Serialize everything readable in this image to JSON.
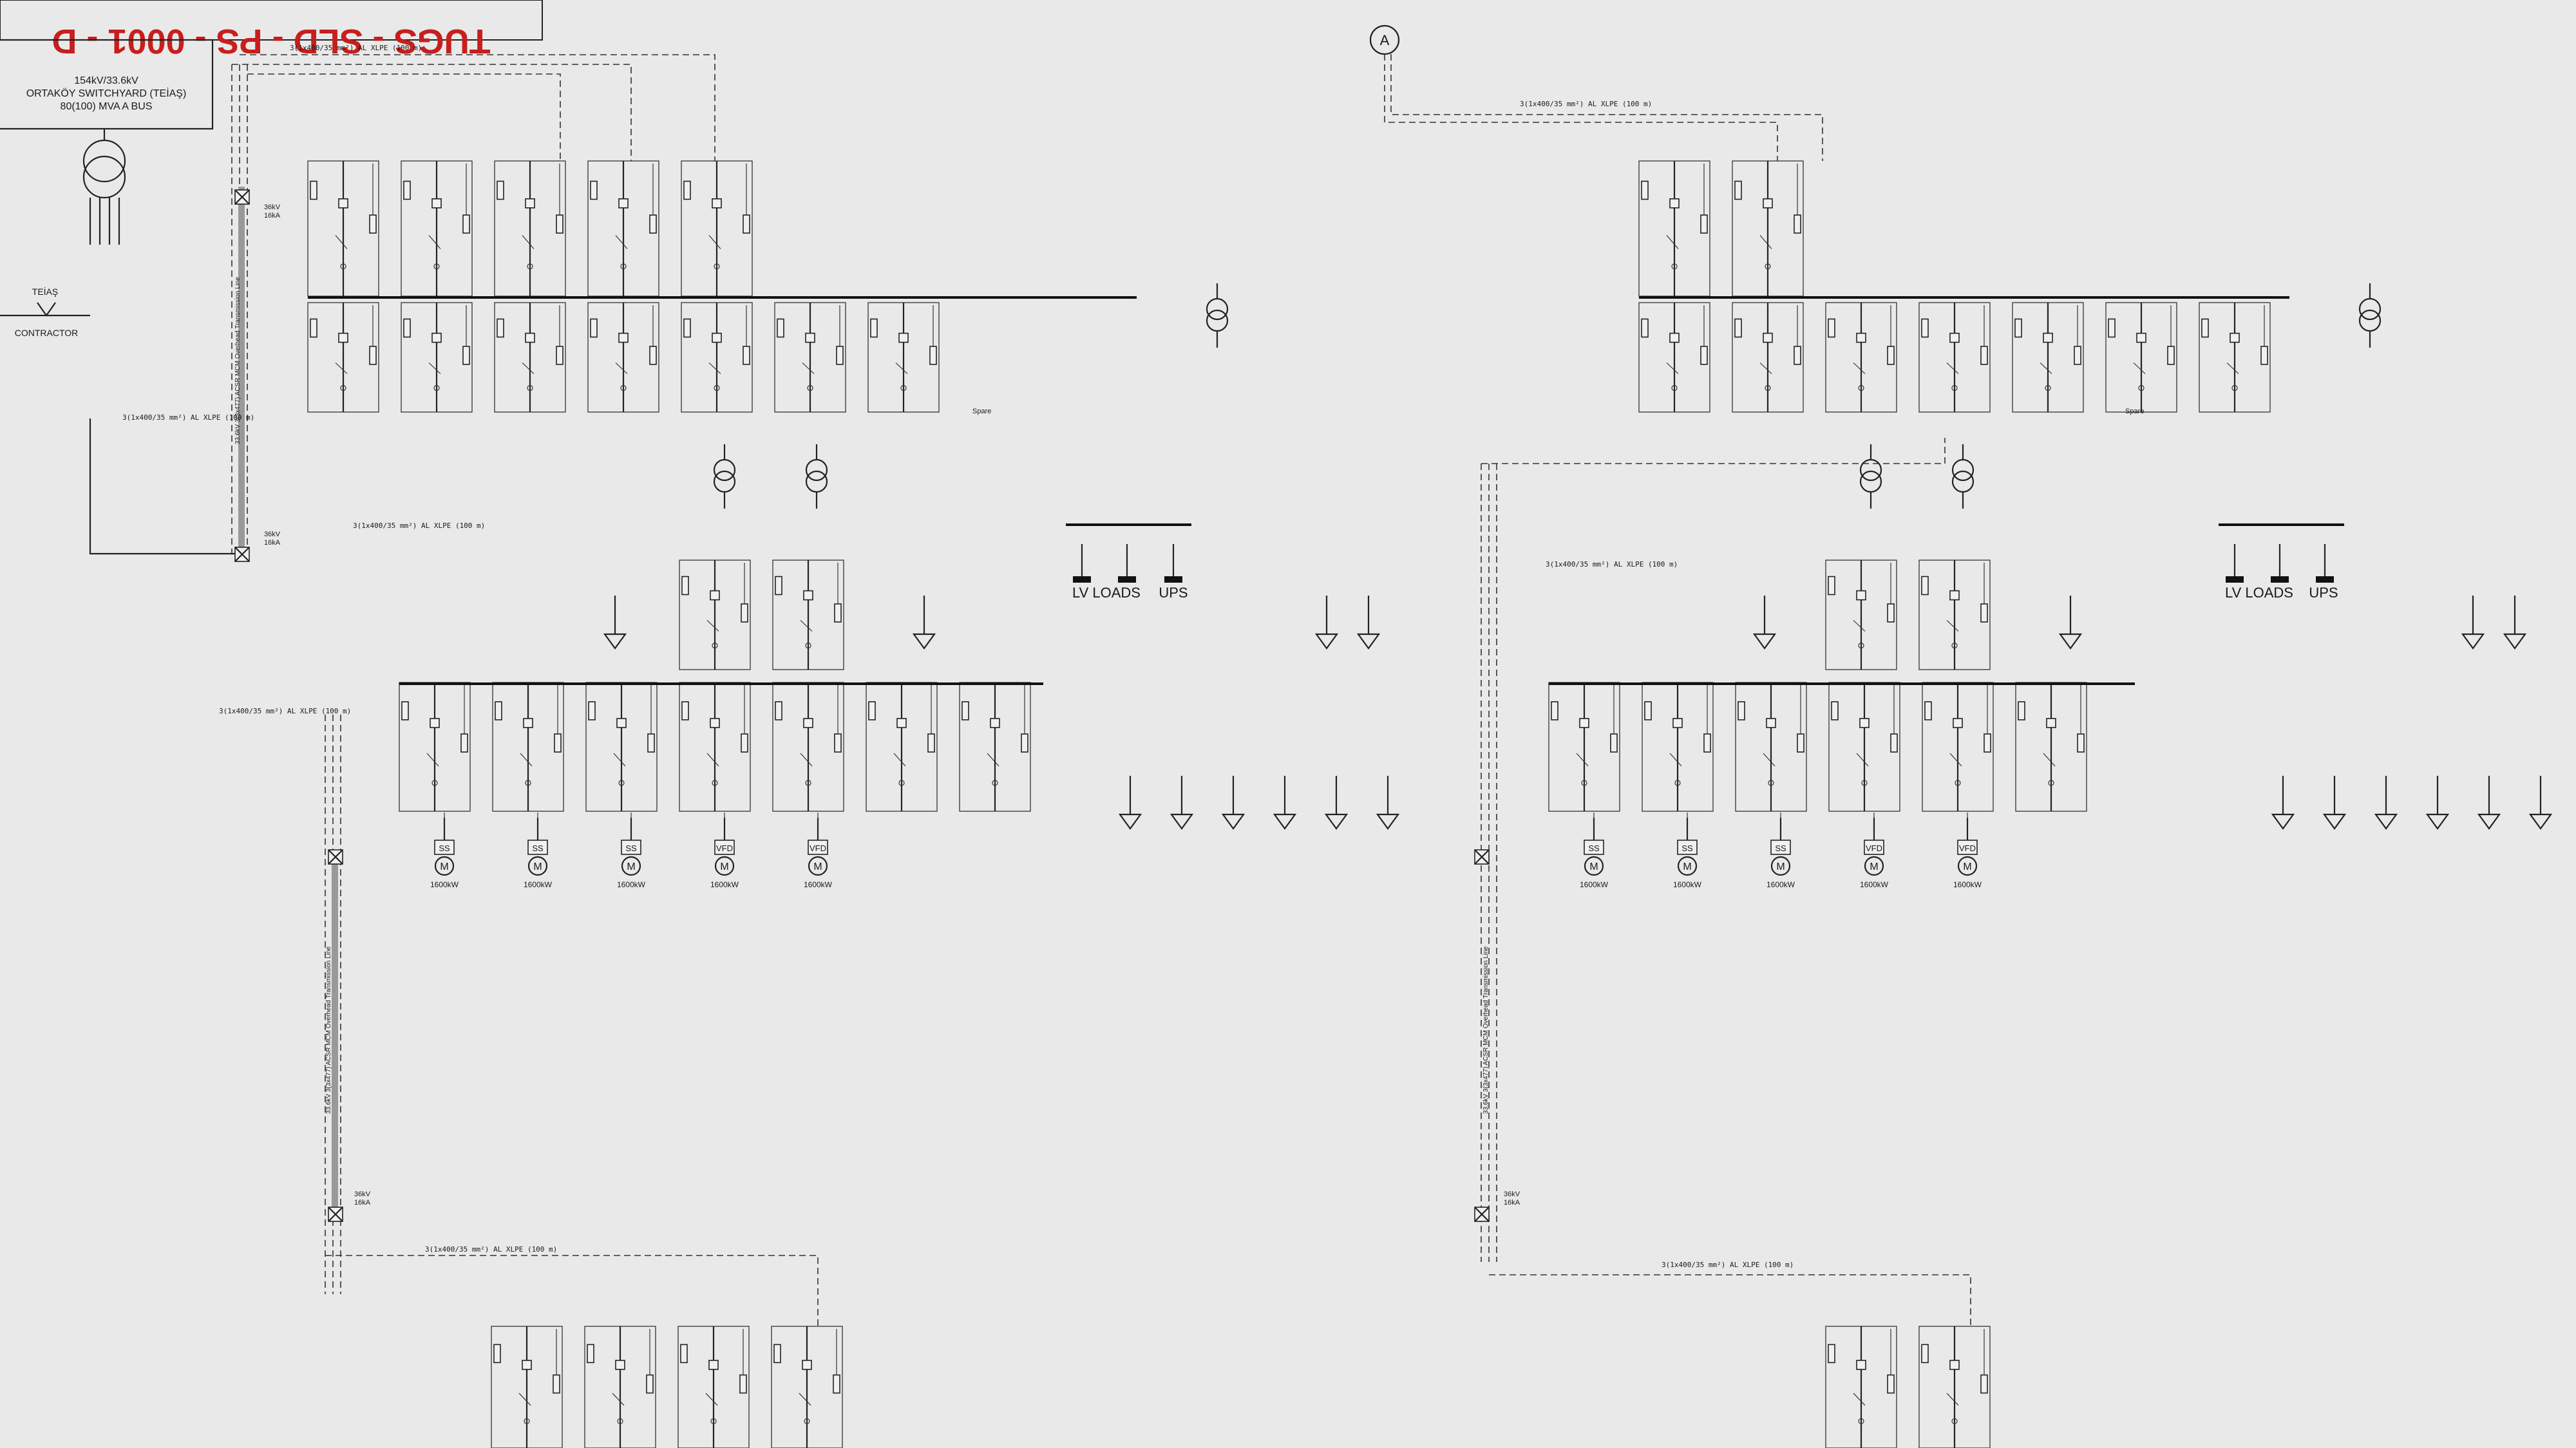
{
  "title_block": {
    "text": "TUGS - SLD - PS - 0001 - D",
    "color": "#c81e1e"
  },
  "source": {
    "line1": "154kV/33.6kV",
    "line2": "ORTAKÖY SWITCHYARD (TEİAŞ)",
    "line3": "80(100) MVA A BUS",
    "owner_left": "TEİAŞ",
    "owner_right": "CONTRACTOR"
  },
  "marker": {
    "label": "A"
  },
  "cables": {
    "main": "3(1x400/35 mm²) AL XLPE (100 m)",
    "alt": "3(1x400/35 mm²) AL XLPE (100 m)"
  },
  "breaker_rating": {
    "kv": "36kV",
    "ka": "16kA"
  },
  "overhead_line": "33.6kV 3(3x477) ACSR MCM Overhead Transmission Line",
  "loads": {
    "lv": "LV LOADS",
    "ups": "UPS",
    "spare": "Spare"
  },
  "motors": [
    {
      "type": "SS",
      "power": "1600kW"
    },
    {
      "type": "SS",
      "power": "1600kW"
    },
    {
      "type": "SS",
      "power": "1600kW"
    },
    {
      "type": "VFD",
      "power": "1600kW"
    },
    {
      "type": "VFD",
      "power": "1600kW"
    }
  ],
  "motor_letter": "M",
  "colors": {
    "background": "#e9e9e9",
    "line": "#222222",
    "title": "#c81e1e"
  }
}
